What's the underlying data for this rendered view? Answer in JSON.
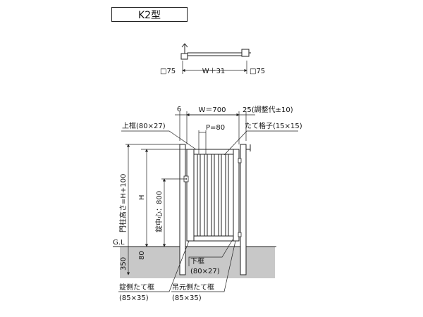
{
  "title": "K2型",
  "top_view": {
    "left_post": "□75",
    "center": "W＋31",
    "right_post": "□75"
  },
  "front_view": {
    "dim_left_gap": "6",
    "dim_width": "W＝700",
    "dim_right": "25(調整代±10)",
    "upper_frame": "上框(80×27)",
    "pitch": "P=80",
    "vertical_bars": "たて格子(15×15)",
    "post_height": "門柱高さ=H+100",
    "height": "H",
    "lock_center": "錠中心：800",
    "gl": "G.L",
    "dim_80": "80",
    "dim_350": "350",
    "lower_frame_name": "下框",
    "lower_frame_size": "(80×27)",
    "lock_side_frame_name": "錠側たて框",
    "lock_side_frame_size": "(85×35)",
    "hinge_side_frame_name": "吊元側たて框",
    "hinge_side_frame_size": "(85×35)"
  },
  "colors": {
    "ground": "#c8c8c8",
    "line": "#222222"
  }
}
